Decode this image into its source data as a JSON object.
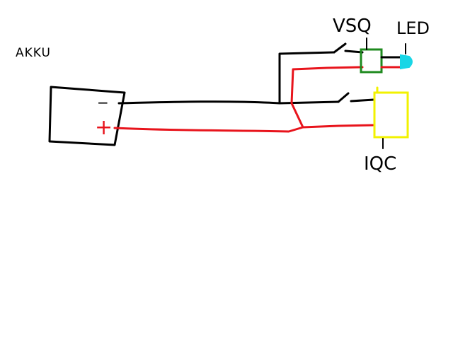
{
  "labels": {
    "akku": "AKKU",
    "vsq": "VSQ",
    "led": "LED",
    "iqc": "IQC",
    "minus": "−",
    "plus": "+"
  },
  "colors": {
    "negative_wire": "#000000",
    "positive_wire": "#e8141c",
    "vsq_box": "#1e8a1e",
    "iqc_box": "#f2f200",
    "led": "#19d6e6",
    "background": "#ffffff"
  },
  "icons": {
    "battery": "battery-icon",
    "switch": "switch-icon",
    "led": "led-icon"
  }
}
